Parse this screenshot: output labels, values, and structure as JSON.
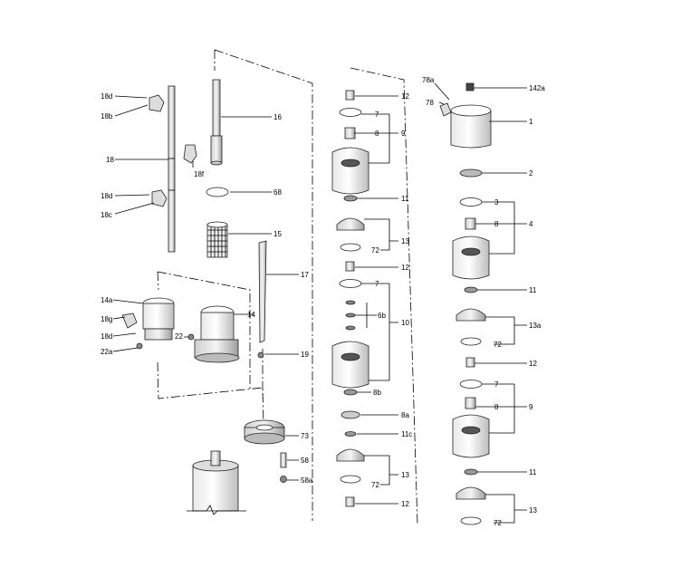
{
  "labels": {
    "l18d_top": "18d",
    "l18b": "18b",
    "l18": "18",
    "l18f": "18f",
    "l18d_mid": "18d",
    "l18c": "18c",
    "l16": "16",
    "l68": "68",
    "l15": "15",
    "l17": "17",
    "l14": "14",
    "l14a": "14a",
    "l18g": "18g",
    "l18d_low": "18d",
    "l22a": "22a",
    "l22": "22",
    "l19": "19",
    "l73": "73",
    "l58": "58",
    "l58a": "58a",
    "c2_12a": "12",
    "c2_7a": "7",
    "c2_8": "8",
    "c2_9": "9",
    "c2_11a": "11",
    "c2_13a": "13",
    "c2_72a": "72",
    "c2_12b": "12",
    "c2_7b": "7",
    "c2_6b": "6b",
    "c2_10": "10",
    "c2_8b": "8b",
    "c2_8a": "8a",
    "c2_11c": "11c",
    "c2_13b": "13",
    "c2_72b": "72",
    "c2_12c": "12",
    "c3_78a": "78a",
    "c3_78": "78",
    "c3_142a": "142a",
    "c3_1": "1",
    "c3_2": "2",
    "c3_3": "3",
    "c3_8a": "8",
    "c3_4": "4",
    "c3_11a": "11",
    "c3_13a": "13a",
    "c3_72a": "72",
    "c3_12": "12",
    "c3_7": "7",
    "c3_8b": "8",
    "c3_9": "9",
    "c3_11b": "11",
    "c3_13": "13",
    "c3_72b": "72"
  }
}
